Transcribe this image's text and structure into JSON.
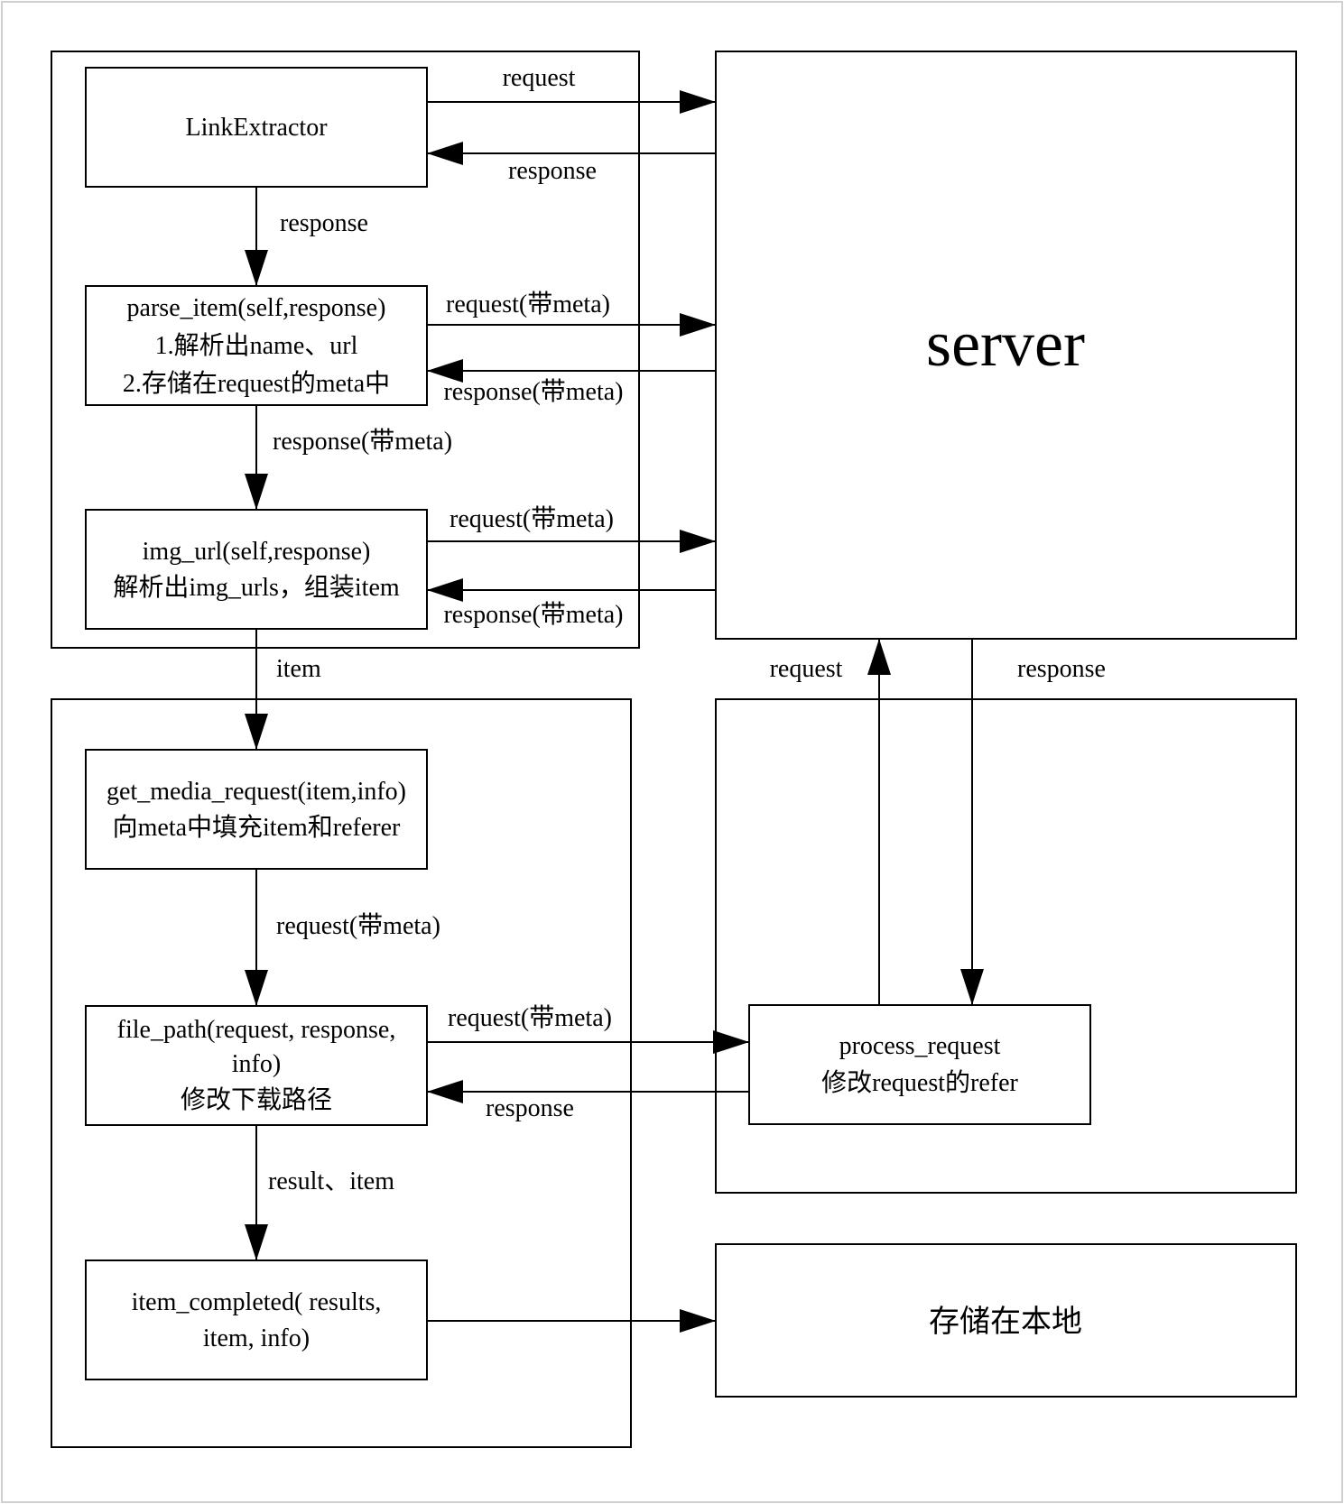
{
  "boxes": {
    "link_extractor": [
      "LinkExtractor"
    ],
    "parse_item": [
      "parse_item(self,response)",
      "1.解析出name、url",
      "2.存储在request的meta中"
    ],
    "img_url": [
      "img_url(self,response)",
      "解析出img_urls，组装item"
    ],
    "get_media_request": [
      "get_media_request(item,info)",
      "向meta中填充item和referer"
    ],
    "file_path": [
      "file_path(request, response,",
      "info)",
      "修改下载路径"
    ],
    "item_completed": [
      "item_completed( results,",
      "item, info)"
    ],
    "server": [
      "server"
    ],
    "process_request": [
      "process_request",
      "修改request的refer"
    ],
    "store_local": [
      "存储在本地"
    ]
  },
  "edges": {
    "le_request": "request",
    "le_response": "response",
    "le_to_parse": "response",
    "parse_request": "request(带meta)",
    "parse_response": "response(带meta)",
    "parse_to_img": "response(带meta)",
    "img_request": "request(带meta)",
    "img_response": "response(带meta)",
    "img_to_media": "item",
    "media_to_file": "request(带meta)",
    "file_request": "request(带meta)",
    "file_response": "response",
    "file_to_completed": "result、item",
    "proc_request": "request",
    "proc_response": "response"
  }
}
